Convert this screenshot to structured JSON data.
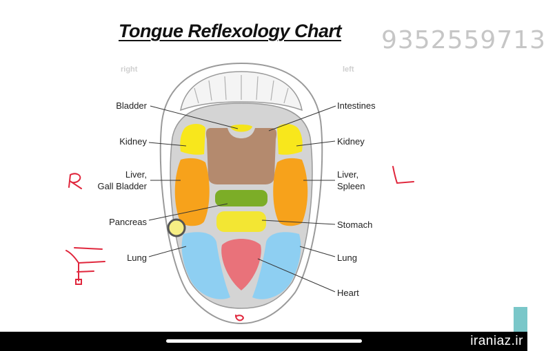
{
  "title": "Tongue Reflexology Chart",
  "phone_overlay": "9352559713",
  "side_labels": {
    "right": "right",
    "left": "left"
  },
  "left_labels": {
    "bladder": "Bladder",
    "kidney": "Kidney",
    "liver_gb_line1": "Liver,",
    "liver_gb_line2": "Gall Bladder",
    "pancreas": "Pancreas",
    "lung": "Lung"
  },
  "right_labels": {
    "intestines": "Intestines",
    "kidney": "Kidney",
    "liver_spleen_line1": "Liver,",
    "liver_spleen_line2": "Spleen",
    "stomach": "Stomach",
    "lung": "Lung",
    "heart": "Heart"
  },
  "handwriting": {
    "r": "R",
    "l": "L"
  },
  "watermark": "iraniaz.ir",
  "colors": {
    "bladder": "#f5e41a",
    "kidney": "#f8e71c",
    "intestines": "#b48a6e",
    "liver": "#f7a21b",
    "pancreas": "#7cad27",
    "stomach": "#f3e633",
    "lung": "#8ecff2",
    "heart": "#e9727a",
    "tongue_base": "#d4d4d4",
    "annotation": "#e0263c"
  }
}
